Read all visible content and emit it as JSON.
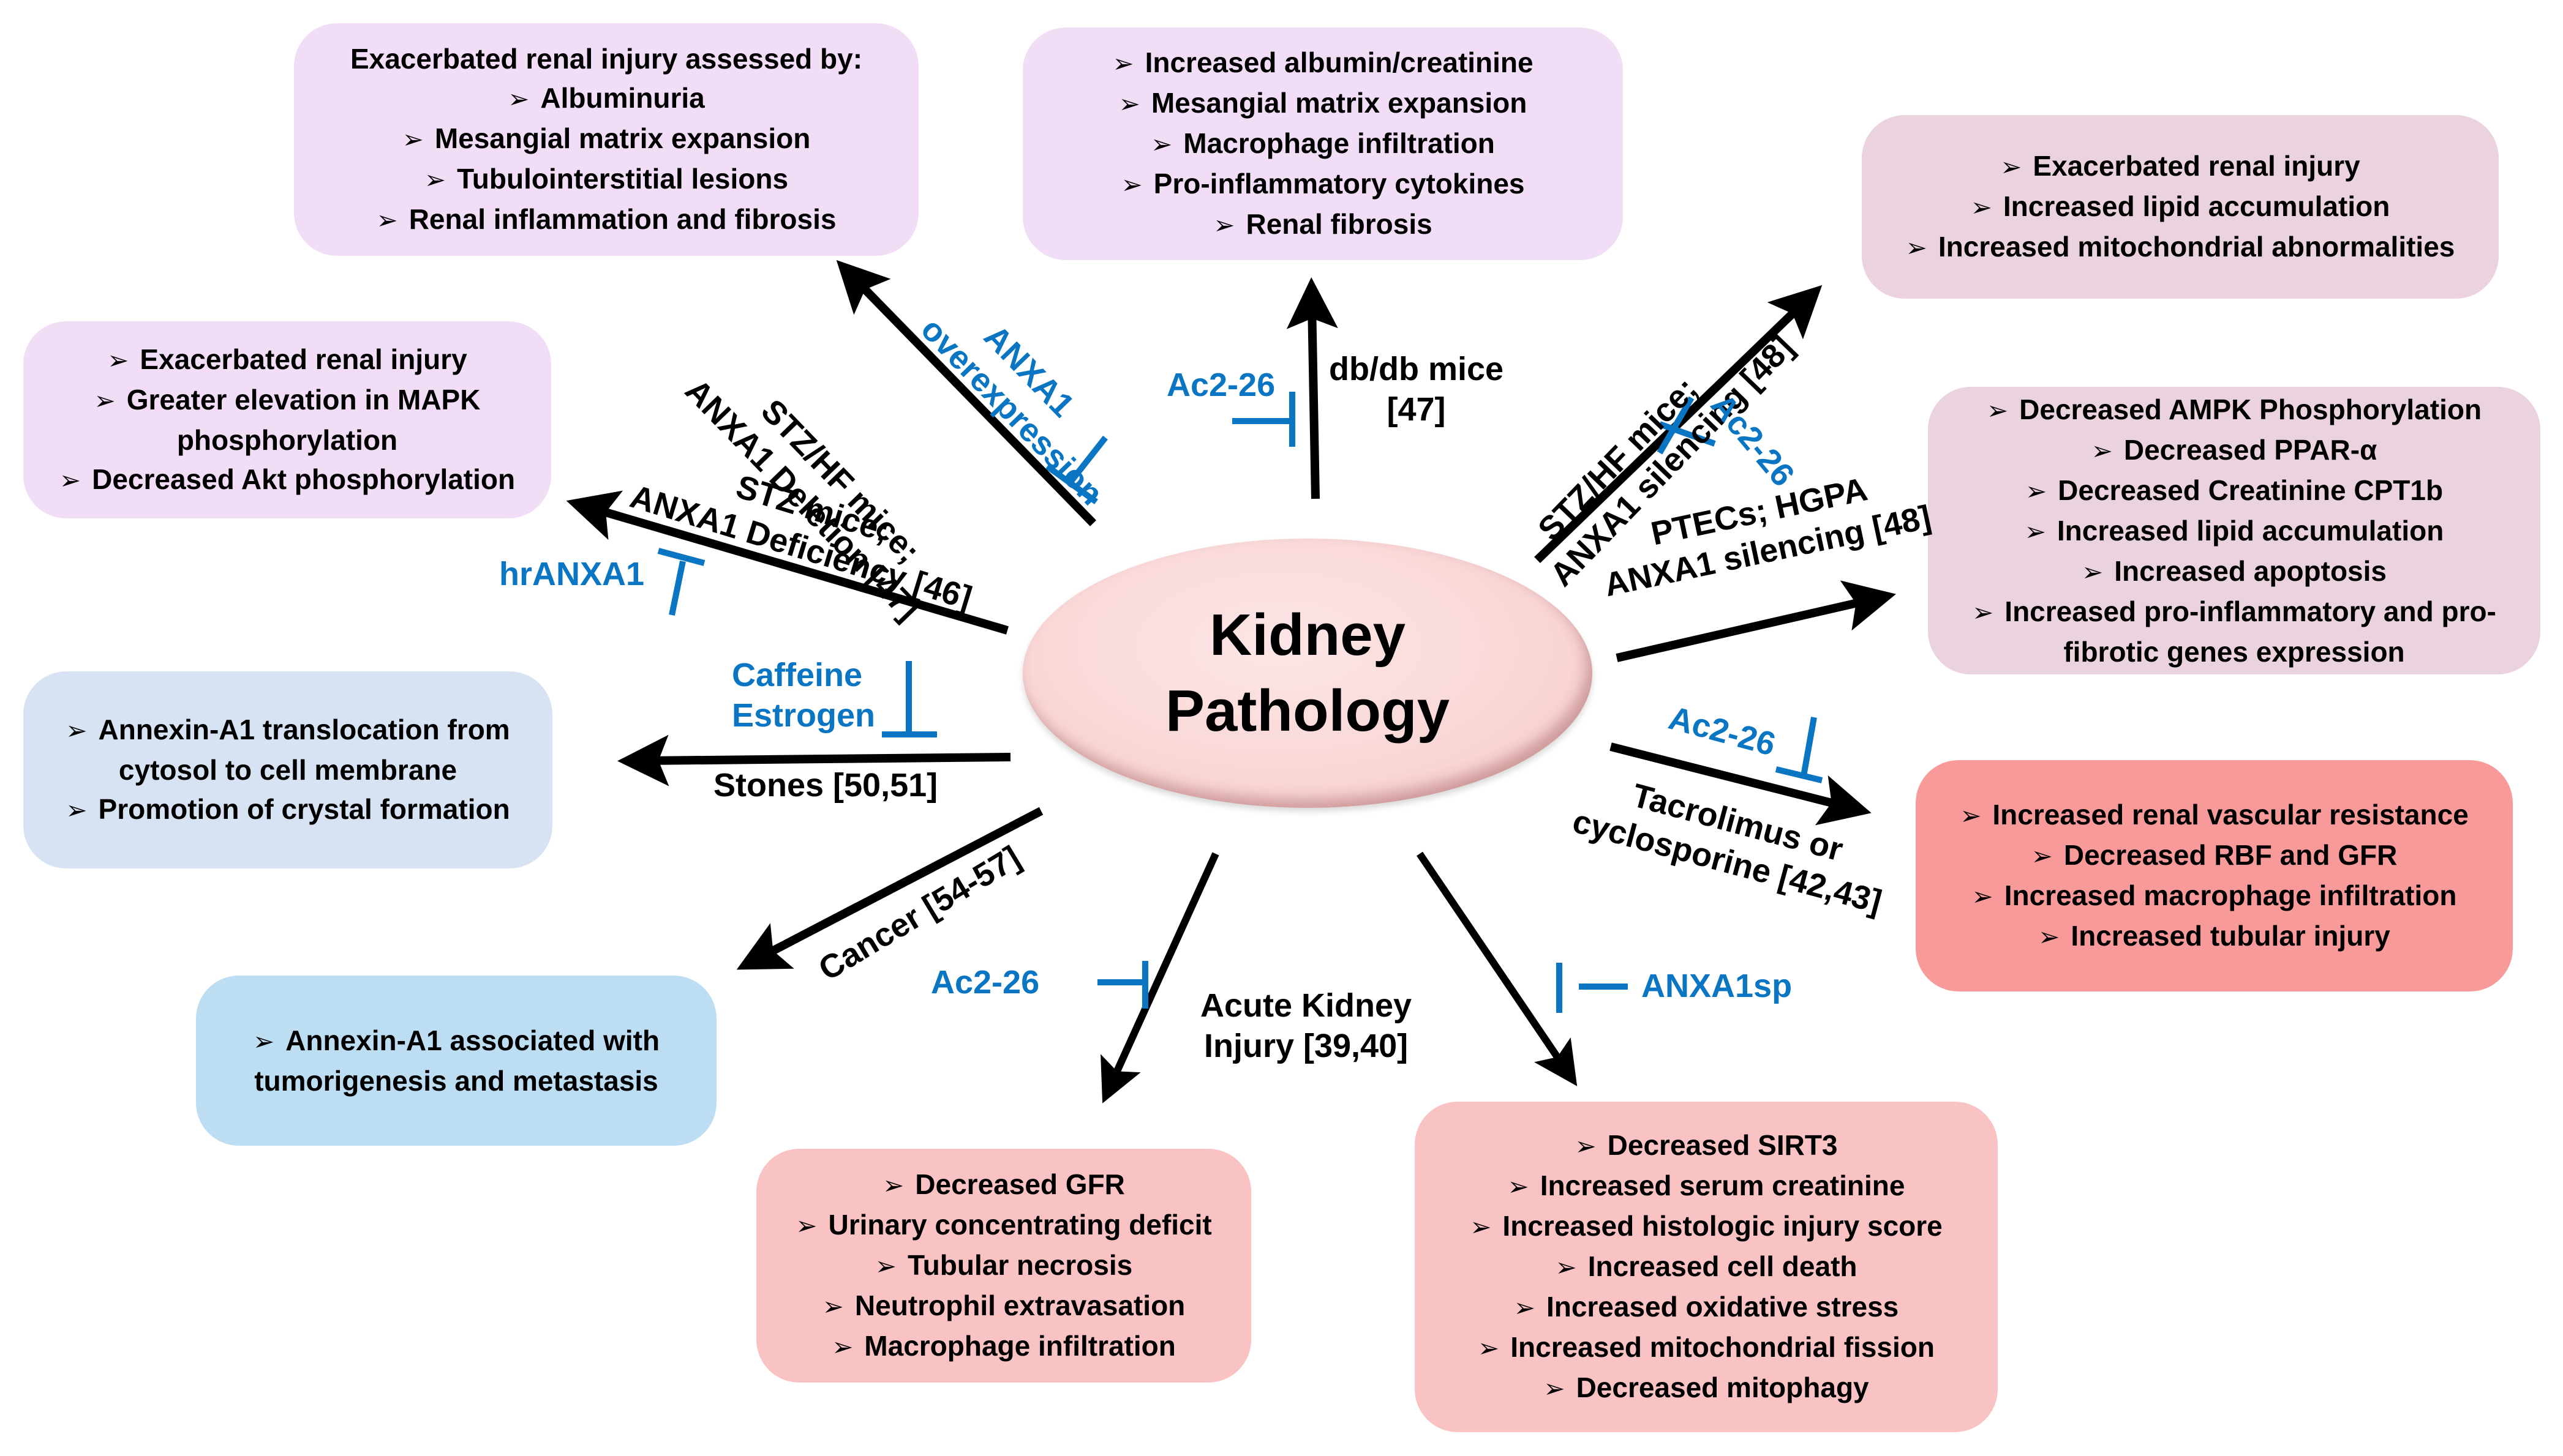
{
  "center": {
    "line1": "Kidney",
    "line2": "Pathology"
  },
  "colors": {
    "arrow": "#000000",
    "inhibitor": "#0a75c2"
  },
  "boxes": {
    "exacerbated_assessed": {
      "heading": "Exacerbated renal injury assessed by:",
      "items": [
        "Albuminuria",
        "Mesangial matrix expansion",
        "Tubulointerstitial lesions",
        "Renal inflammation and fibrosis"
      ]
    },
    "dbdb": {
      "items": [
        "Increased albumin/creatinine",
        "Mesangial matrix expansion",
        "Macrophage infiltration",
        "Pro-inflammatory cytokines",
        "Renal fibrosis"
      ]
    },
    "stzhf_silencing": {
      "items": [
        "Exacerbated renal injury",
        "Increased lipid accumulation",
        "Increased mitochondrial abnormalities"
      ]
    },
    "ptecs": {
      "items": [
        "Decreased AMPK Phosphorylation",
        "Decreased PPAR-α",
        "Decreased Creatinine CPT1b",
        "Increased lipid accumulation",
        "Increased apoptosis",
        "Increased pro-inflammatory and pro-fibrotic genes expression"
      ]
    },
    "tacrolimus": {
      "items": [
        "Increased renal vascular resistance",
        "Decreased RBF and GFR",
        "Increased macrophage infiltration",
        "Increased tubular injury"
      ]
    },
    "stz_deficiency": {
      "items": [
        "Exacerbated renal injury",
        "Greater elevation in MAPK phosphorylation",
        "Decreased Akt phosphorylation"
      ]
    },
    "stones": {
      "items": [
        "Annexin-A1 translocation from cytosol to cell membrane",
        "Promotion of crystal formation"
      ]
    },
    "cancer": {
      "items": [
        "Annexin-A1 associated with tumorigenesis and metastasis"
      ]
    },
    "aki_left": {
      "items": [
        "Decreased GFR",
        "Urinary concentrating deficit",
        "Tubular necrosis",
        "Neutrophil extravasation",
        "Macrophage infiltration"
      ]
    },
    "aki_right": {
      "items": [
        "Decreased SIRT3",
        "Increased serum creatinine",
        "Increased histologic injury score",
        "Increased cell death",
        "Increased oxidative stress",
        "Increased mitochondrial fission",
        "Decreased mitophagy"
      ]
    }
  },
  "arrow_labels": {
    "stzhf_deletion": {
      "line1": "STZ/HF mice;",
      "line2": "ANXA1 Deletion [47]"
    },
    "stz_deficiency": {
      "line1": "STZ mice;",
      "line2": "ANXA1 Deficiency [46]"
    },
    "dbdb": {
      "line1": "db/db mice",
      "line2": "[47]"
    },
    "stzhf_silencing": {
      "line1": "STZ/HF mice;",
      "line2": "ANXA1 silencing [48]"
    },
    "ptecs": {
      "line1": "PTECs; HGPA",
      "line2": "ANXA1 silencing [48]"
    },
    "stones": "Stones [50,51]",
    "tacrolimus": {
      "line1": "Tacrolimus or",
      "line2": "cyclosporine [42,43]"
    },
    "cancer": "Cancer [54-57]",
    "aki": {
      "line1": "Acute Kidney",
      "line2": "Injury [39,40]"
    }
  },
  "inhibitors": {
    "anxa1_overexpression": {
      "line1": "ANXA1",
      "line2": "overexpression"
    },
    "hranxa1": "hrANXA1",
    "dbdb_ac2_26": "Ac2-26",
    "silencing_ac2_26": "Ac2-26",
    "caffeine_estrogen": {
      "line1": "Caffeine",
      "line2": "Estrogen"
    },
    "tacrolimus_ac2_26": "Ac2-26",
    "aki_ac2_26": "Ac2-26",
    "anxa1sp": "ANXA1sp"
  },
  "bullet_glyph": "➢"
}
